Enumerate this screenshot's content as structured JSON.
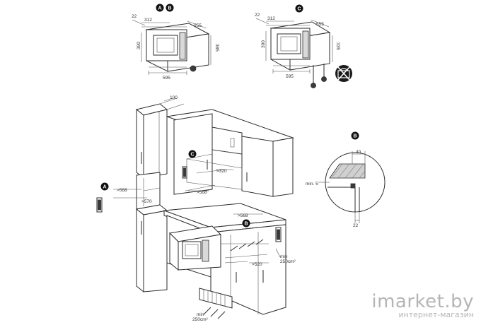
{
  "diagram": {
    "oven_front": {
      "labels": [
        "A",
        "B"
      ],
      "dims": {
        "depth_top": "22",
        "side": "312",
        "width_top": "555",
        "height_left": "390",
        "height_right": "385",
        "width_bottom": "595"
      }
    },
    "oven_c": {
      "labels": [
        "C"
      ],
      "dims": {
        "depth_top": "22",
        "side": "312",
        "width_top": "555",
        "height_left": "390",
        "height_right": "335",
        "width_bottom": "595"
      }
    },
    "kitchen": {
      "top_depth": "100",
      "labels": {
        "a": "A",
        "b": "B",
        "c": "C"
      },
      "dims": {
        "a_width": ">568",
        "a_depth": ">570",
        "c_depth": ">320",
        "c_width": ">568",
        "b_width": ">568",
        "b_depth": ">520"
      },
      "vent_right": {
        "line1": "min",
        "line2": "250cm²"
      },
      "vent_bottom": {
        "line1": "min",
        "line2": "250cm²"
      }
    },
    "detail_b": {
      "label": "B",
      "dims": {
        "top": "40",
        "min_gap": "min. 5",
        "bottom": "22"
      }
    }
  },
  "watermark": {
    "brand": "imarket.by",
    "tagline": "интернет-магазин"
  }
}
